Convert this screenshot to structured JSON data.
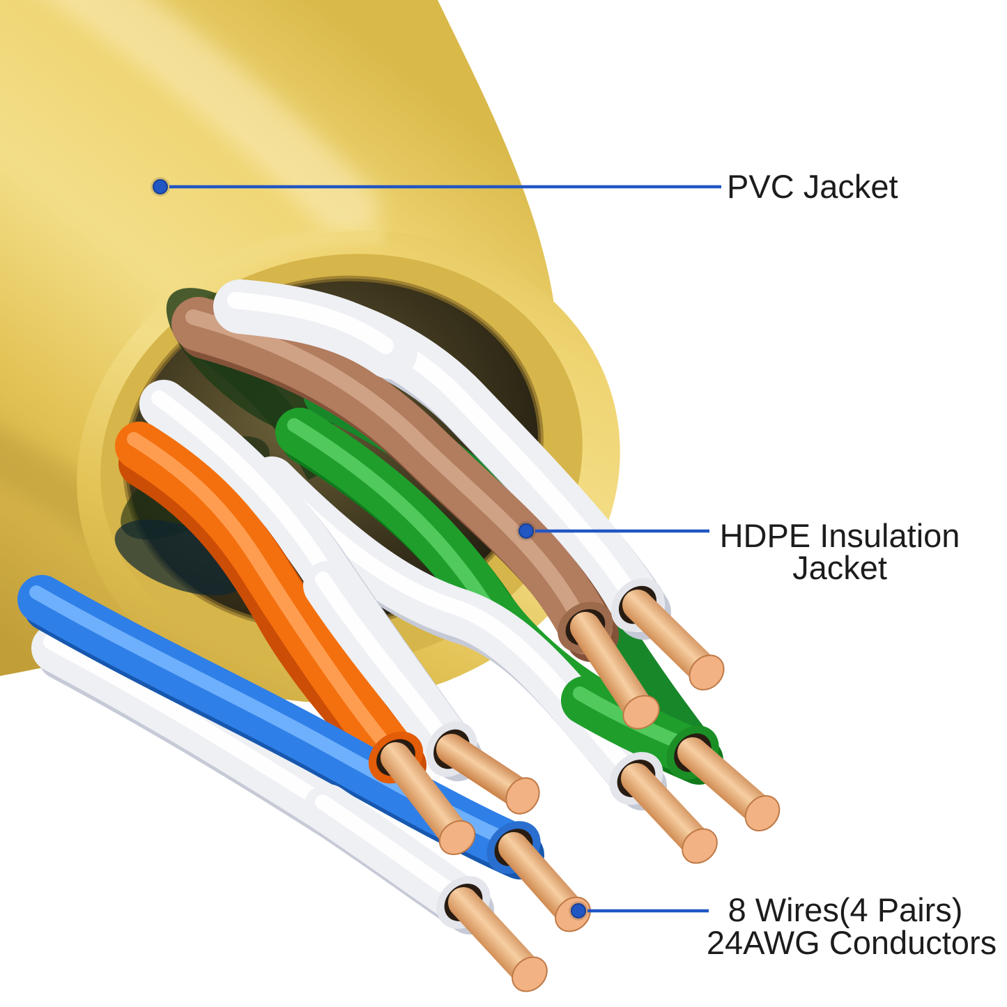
{
  "diagram": {
    "background": "#ffffff",
    "callouts": {
      "pvc": {
        "label": "PVC Jacket"
      },
      "hdpe": {
        "line1": "HDPE Insulation",
        "line2": "Jacket"
      },
      "wires": {
        "line1": "8 Wires(4 Pairs)",
        "line2": "24AWG Conductors"
      }
    },
    "colors": {
      "callout_blue": "#2156c3",
      "label_text": "#1c1c1c",
      "jacket_yellow": "#e9cb5f",
      "wire_orange": "#f4700e",
      "wire_blue": "#2f7fe8",
      "wire_green": "#1f9e2c",
      "wire_brown": "#b27c5e",
      "wire_white": "#eef0f4",
      "copper": "#c97f44"
    }
  }
}
